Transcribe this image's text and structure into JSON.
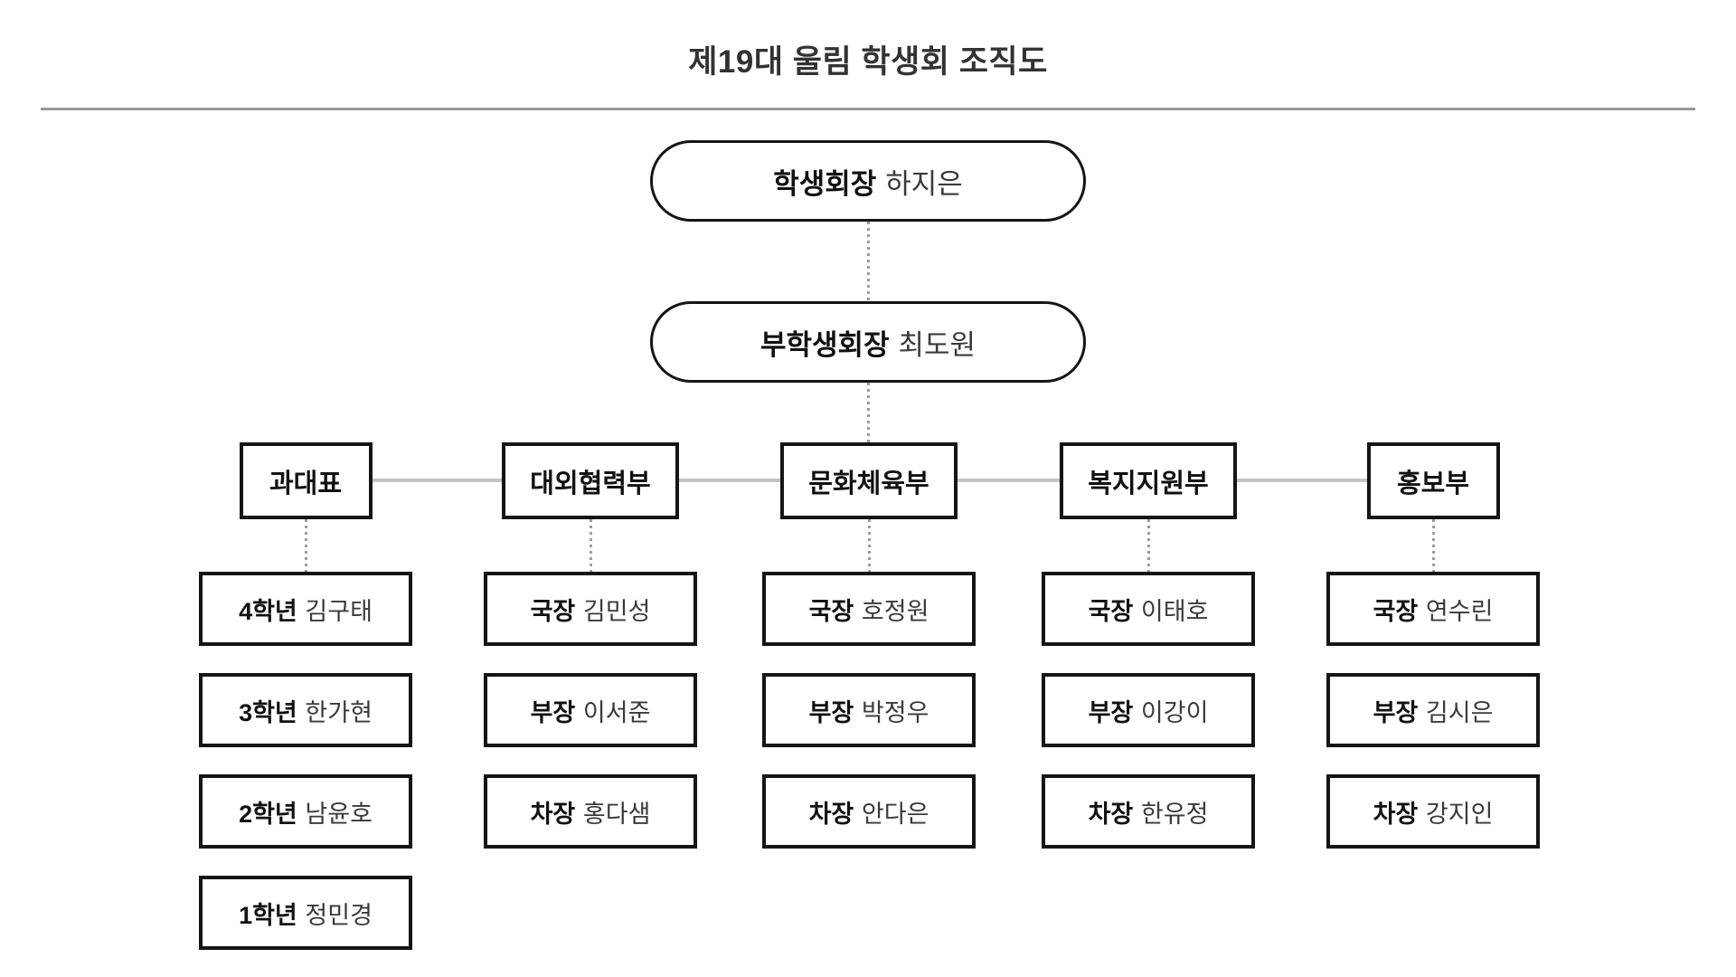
{
  "title": "제19대 울림 학생회 조직도",
  "colors": {
    "box_border": "#151515",
    "rail_gray": "#c4c4c4",
    "dotted_connector_gray": "#9c9c9c",
    "divider_gray": "#989898",
    "title_text": "#333333"
  },
  "leadership": [
    {
      "role": "학생회장",
      "name": "하지은"
    },
    {
      "role": "부학생회장",
      "name": "최도원"
    }
  ],
  "departments": [
    {
      "label": "과대표",
      "members": [
        {
          "role": "4학년",
          "name": "김구태"
        },
        {
          "role": "3학년",
          "name": "한가현"
        },
        {
          "role": "2학년",
          "name": "남윤호"
        },
        {
          "role": "1학년",
          "name": "정민경"
        }
      ]
    },
    {
      "label": "대외협력부",
      "members": [
        {
          "role": "국장",
          "name": "김민성"
        },
        {
          "role": "부장",
          "name": "이서준"
        },
        {
          "role": "차장",
          "name": "홍다샘"
        }
      ]
    },
    {
      "label": "문화체육부",
      "members": [
        {
          "role": "국장",
          "name": "호정원"
        },
        {
          "role": "부장",
          "name": "박정우"
        },
        {
          "role": "차장",
          "name": "안다은"
        }
      ]
    },
    {
      "label": "복지지원부",
      "members": [
        {
          "role": "국장",
          "name": "이태호"
        },
        {
          "role": "부장",
          "name": "이강이"
        },
        {
          "role": "차장",
          "name": "한유정"
        }
      ]
    },
    {
      "label": "홍보부",
      "members": [
        {
          "role": "국장",
          "name": "연수린"
        },
        {
          "role": "부장",
          "name": "김시은"
        },
        {
          "role": "차장",
          "name": "강지인"
        }
      ]
    }
  ]
}
